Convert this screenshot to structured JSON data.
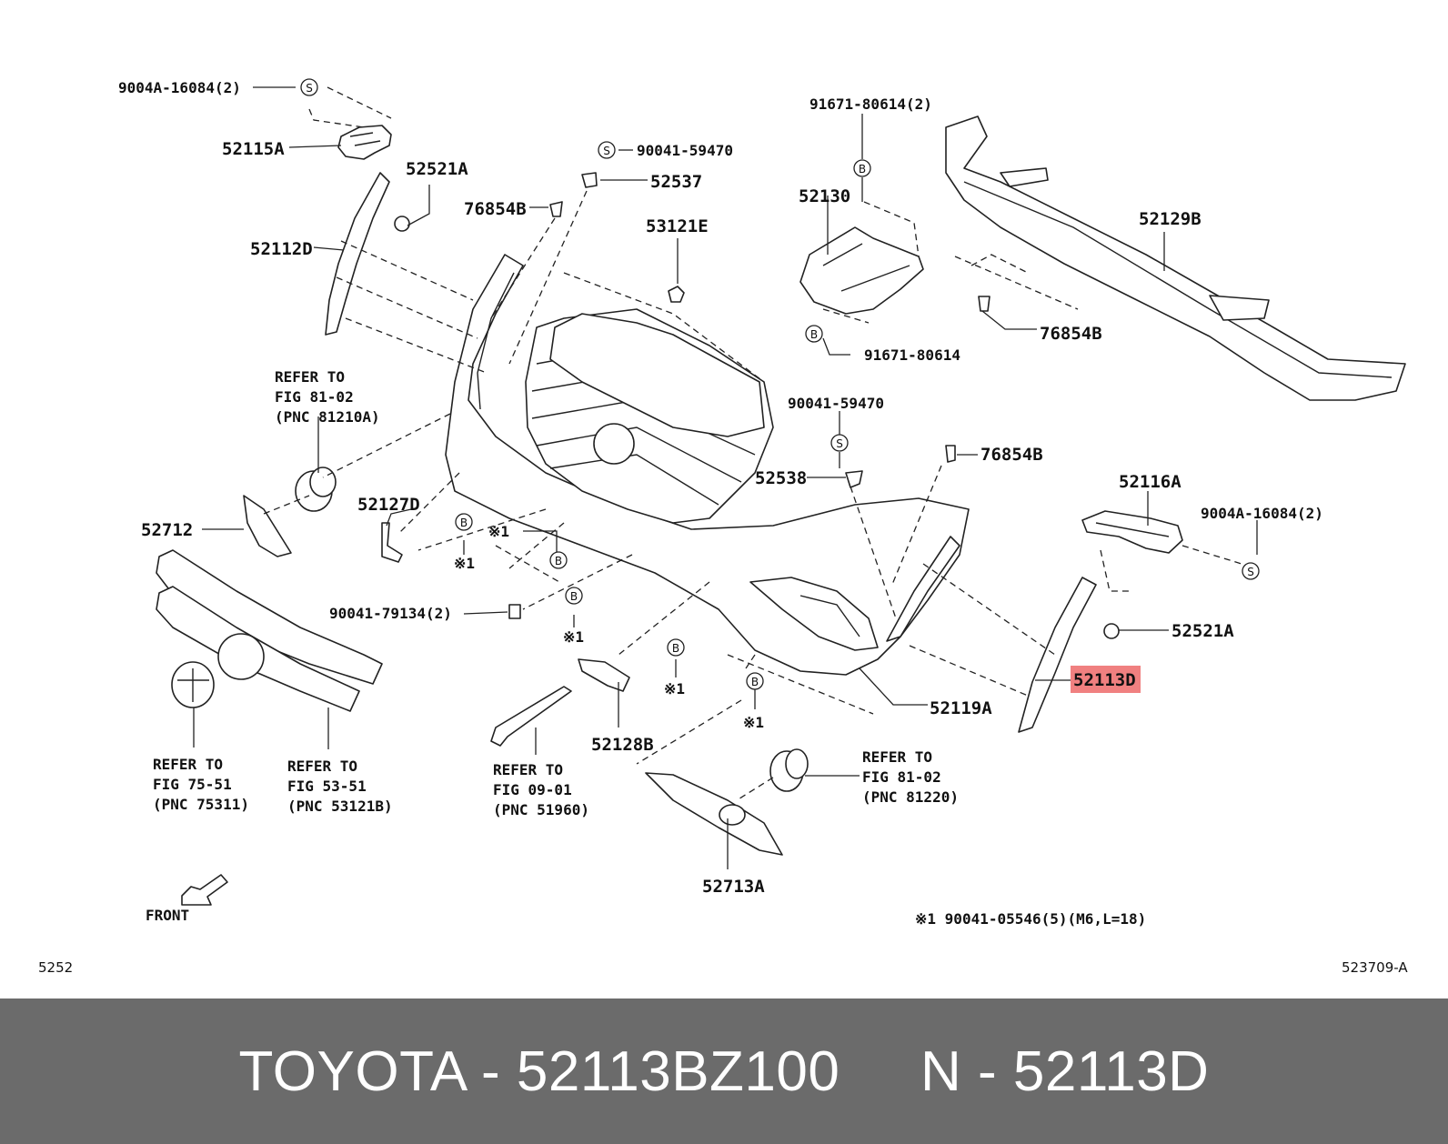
{
  "diagram": {
    "labels": {
      "l_9004a_16084_left": "9004A-16084(2)",
      "l_52115a": "52115A",
      "l_52521a_left": "52521A",
      "l_52112d": "52112D",
      "l_90041_59470_top": "90041-59470",
      "l_52537": "52537",
      "l_76854b_top": "76854B",
      "l_53121e": "53121E",
      "l_91671_80614_2": "91671-80614(2)",
      "l_52130": "52130",
      "l_91671_80614": "91671-80614",
      "l_52129b": "52129B",
      "l_76854b_right": "76854B",
      "l_90041_59470_mid": "90041-59470",
      "l_52538": "52538",
      "l_76854b_mid": "76854B",
      "l_52116a": "52116A",
      "l_9004a_16084_right": "9004A-16084(2)",
      "l_52521a_right": "52521A",
      "l_52113d": "52113D",
      "l_52119a": "52119A",
      "l_52712": "52712",
      "l_52127d": "52127D",
      "l_90041_79134": "90041-79134(2)",
      "l_52128b": "52128B",
      "l_52713a": "52713A",
      "l_note": "※1  90041-05546(5)(M6,L=18)",
      "l_front": "FRONT",
      "l_page_left": "5252",
      "l_page_right": "523709-A"
    },
    "refers": {
      "r1": [
        "REFER TO",
        "FIG 81-02",
        "(PNC 81210A)"
      ],
      "r2": [
        "REFER TO",
        "FIG 75-51",
        "(PNC 75311)"
      ],
      "r3": [
        "REFER TO",
        "FIG 53-51",
        "(PNC 53121B)"
      ],
      "r4": [
        "REFER TO",
        "FIG 09-01",
        "(PNC 51960)"
      ],
      "r5": [
        "REFER TO",
        "FIG 81-02",
        "(PNC 81220)"
      ]
    },
    "symbols": {
      "s": "S",
      "b": "B",
      "mark": "※1",
      "mark_single": "※1"
    },
    "highlight_color": "#f08080"
  },
  "footer": {
    "title": "TOYOTA - 52113BZ100     N - 52113D"
  }
}
